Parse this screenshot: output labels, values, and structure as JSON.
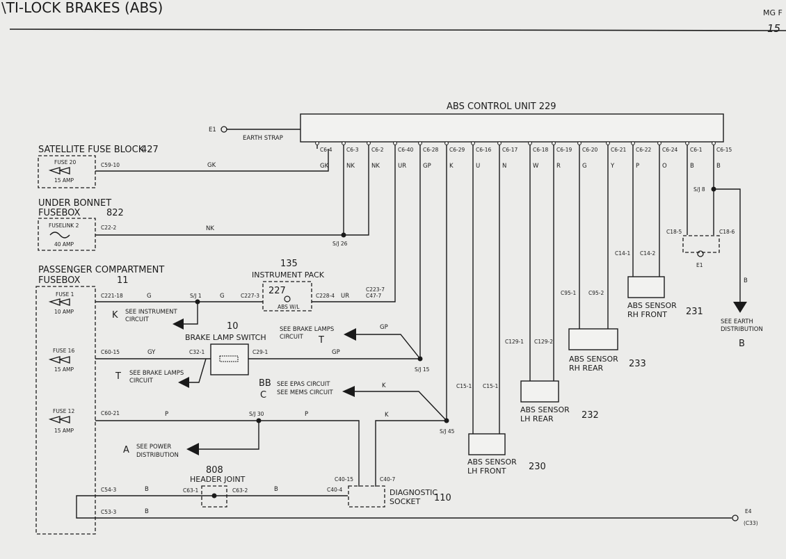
{
  "header": {
    "title": "\\TI-LOCK BRAKES (ABS)",
    "model": "MG F",
    "page": "15"
  },
  "abs_unit": {
    "label": "ABS CONTROL UNIT 229",
    "earth": "E1",
    "earth_strap": "EARTH STRAP",
    "pins": [
      {
        "pin": "C6-4",
        "wire": "GK"
      },
      {
        "pin": "C6-3",
        "wire": "NK"
      },
      {
        "pin": "C6-2",
        "wire": "NK"
      },
      {
        "pin": "C6-40",
        "wire": "UR"
      },
      {
        "pin": "C6-28",
        "wire": "GP"
      },
      {
        "pin": "C6-29",
        "wire": "K"
      },
      {
        "pin": "C6-16",
        "wire": "U"
      },
      {
        "pin": "C6-17",
        "wire": "N"
      },
      {
        "pin": "C6-18",
        "wire": "W"
      },
      {
        "pin": "C6-19",
        "wire": "R"
      },
      {
        "pin": "C6-20",
        "wire": "G"
      },
      {
        "pin": "C6-21",
        "wire": "Y"
      },
      {
        "pin": "C6-22",
        "wire": "P"
      },
      {
        "pin": "C6-24",
        "wire": "O"
      },
      {
        "pin": "C6-1",
        "wire": "B"
      },
      {
        "pin": "C6-15",
        "wire": "B"
      }
    ]
  },
  "satellite": {
    "title": "SATELLITE FUSE BLOCK",
    "num": "427",
    "fuse": "FUSE 20",
    "amp": "15 AMP",
    "conn": "C59-10",
    "wire": "GK"
  },
  "under_bonnet": {
    "title1": "UNDER BONNET",
    "title2": "FUSEBOX",
    "num": "822",
    "fuse": "FUSELINK 2",
    "amp": "40 AMP",
    "conn": "C22-2",
    "wire": "NK",
    "sj": "S/J 26"
  },
  "passenger": {
    "title1": "PASSENGER COMPARTMENT",
    "title2": "FUSEBOX",
    "num": "11",
    "fuse1": "FUSE 1",
    "amp1": "10 AMP",
    "fuse16": "FUSE 16",
    "amp16": "15 AMP",
    "fuse12": "FUSE 12",
    "amp12": "15 AMP"
  },
  "row_fuse1": {
    "conn": "C221-18",
    "wire1": "G",
    "sj": "S/J 1",
    "wire2": "G",
    "conn2": "C227-3",
    "conn3": "C228-4",
    "wire3": "UR",
    "conn4": "C223-7",
    "conn5": "C47-7",
    "see_letter": "K",
    "see1": "SEE INSTRUMENT",
    "see2": "CIRCUIT"
  },
  "instrument_pack": {
    "num": "135",
    "label": "INSTRUMENT PACK",
    "code": "227",
    "lamp": "ABS W/L"
  },
  "brake_switch": {
    "num": "10",
    "label": "BRAKE LAMP SWITCH"
  },
  "row_fuse16": {
    "conn": "C60-15",
    "wire1": "GY",
    "conn2": "C32-1",
    "conn3": "C29-1",
    "wire2": "GP",
    "sj": "S/J 15",
    "see_letter_lower": "T",
    "see_lower1": "SEE BRAKE LAMPS",
    "see_lower2": "CIRCUIT",
    "see_letter_upper": "T",
    "see_upper1": "SEE BRAKE LAMPS",
    "see_upper2": "CIRCUIT",
    "wire_upper": "GP"
  },
  "epas": {
    "letter1": "BB",
    "letter2": "C",
    "line1": "SEE EPAS CIRCUIT",
    "line2": "SEE MEMS CIRCUIT",
    "wire": "K"
  },
  "row_fuse12": {
    "conn": "C60-21",
    "wire1": "P",
    "sj": "S/J 30",
    "wire2": "P",
    "wire3": "K",
    "sj2": "S/J 45",
    "see_letter": "A",
    "see1": "SEE POWER",
    "see2": "DISTRIBUTION"
  },
  "header_joint": {
    "num": "808",
    "label": "HEADER JOINT",
    "c1": "C63-1",
    "c2": "C63-2"
  },
  "row_bottom": {
    "conn1": "C54-3",
    "wire1": "B",
    "wire2": "B",
    "conn2": "C40-4",
    "conn3": "C53-3",
    "wire3": "B",
    "earth": "E4",
    "earth2": "(C33)"
  },
  "diagnostic": {
    "label1": "DIAGNOSTIC",
    "label2": "SOCKET",
    "num": "110",
    "c1": "C40-15",
    "c2": "C40-7"
  },
  "sensors": {
    "lf": {
      "l1": "ABS SENSOR",
      "l2": "LH FRONT",
      "num": "230",
      "c1": "C15-1",
      "c2": "C15-1"
    },
    "lr": {
      "l1": "ABS SENSOR",
      "l2": "LH REAR",
      "num": "232",
      "c1": "C129-1",
      "c2": "C129-2"
    },
    "rr": {
      "l1": "ABS SENSOR",
      "l2": "RH REAR",
      "num": "233",
      "c1": "C95-1",
      "c2": "C95-2"
    },
    "rf": {
      "l1": "ABS SENSOR",
      "l2": "RH FRONT",
      "num": "231",
      "c1": "C14-1",
      "c2": "C14-2"
    }
  },
  "earth_dist": {
    "sj": "S/J 8",
    "c1": "C18-5",
    "c2": "C18-6",
    "e": "E1",
    "wire": "B",
    "l1": "SEE EARTH",
    "l2": "DISTRIBUTION",
    "letter": "B"
  }
}
